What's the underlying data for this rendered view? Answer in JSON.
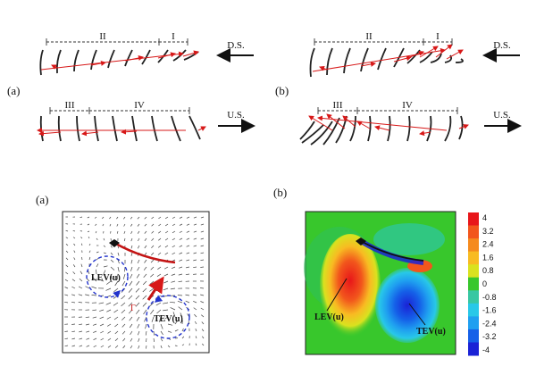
{
  "top": {
    "panel_a": {
      "label": "(a)",
      "downstroke": {
        "regions": [
          "II",
          "I"
        ],
        "direction": "D.S."
      },
      "upstroke": {
        "regions": [
          "III",
          "IV"
        ],
        "direction": "U.S."
      }
    },
    "panel_b": {
      "label": "(b)",
      "downstroke": {
        "regions": [
          "II",
          "I"
        ],
        "direction": "D.S."
      },
      "upstroke": {
        "regions": [
          "III",
          "IV"
        ],
        "direction": "U.S."
      }
    }
  },
  "bottom": {
    "panel_a": {
      "label": "(a)",
      "lev": "LEV(u)",
      "tev": "TEV(u)",
      "arrow_label": "Γ"
    },
    "panel_b": {
      "label": "(b)",
      "lev": "LEV(u)",
      "tev": "TEV(u)",
      "colorbar_ticks": [
        "4",
        "3.2",
        "2.4",
        "1.6",
        "0.8",
        "0",
        "-0.8",
        "-1.6",
        "-2.4",
        "-3.2",
        "-4"
      ],
      "colorbar_colors": [
        "#e8161a",
        "#f2561c",
        "#f58a1e",
        "#f8bb22",
        "#d9e21f",
        "#38c72c",
        "#38c7a2",
        "#28c8e8",
        "#1f9ff0",
        "#1560e8",
        "#1a22d6"
      ]
    }
  },
  "colors": {
    "wing": "#222222",
    "arrow": "#d71818",
    "vortex": "#2233cc"
  }
}
